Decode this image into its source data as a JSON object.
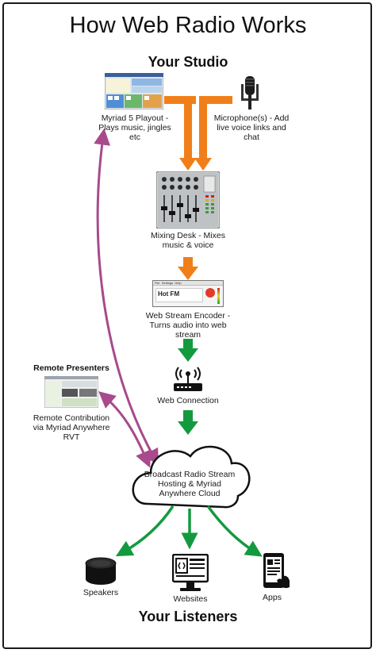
{
  "title": "How Web Radio Works",
  "studio_heading": "Your Studio",
  "listeners_heading": "Your Listeners",
  "nodes": {
    "playout": "Myriad 5 Playout - Plays music, jingles etc",
    "microphone": "Microphone(s) - Add live voice links and chat",
    "mixing_desk": "Mixing Desk - Mixes music & voice",
    "encoder": "Web Stream Encoder - Turns audio into web stream",
    "web_connection": "Web Connection",
    "remote_heading": "Remote Presenters",
    "remote": "Remote Contribution via Myriad Anywhere RVT",
    "cloud": "Broadcast Radio Stream Hosting & Myriad Anywhere Cloud",
    "speakers": "Speakers",
    "websites": "Websites",
    "apps": "Apps"
  },
  "encoder_screen": {
    "station": "Hot FM",
    "menu_items": [
      "File",
      "Settings",
      "Help"
    ]
  },
  "colors": {
    "orange": "#f07f1a",
    "green": "#139a3f",
    "purple": "#a84a8c"
  }
}
